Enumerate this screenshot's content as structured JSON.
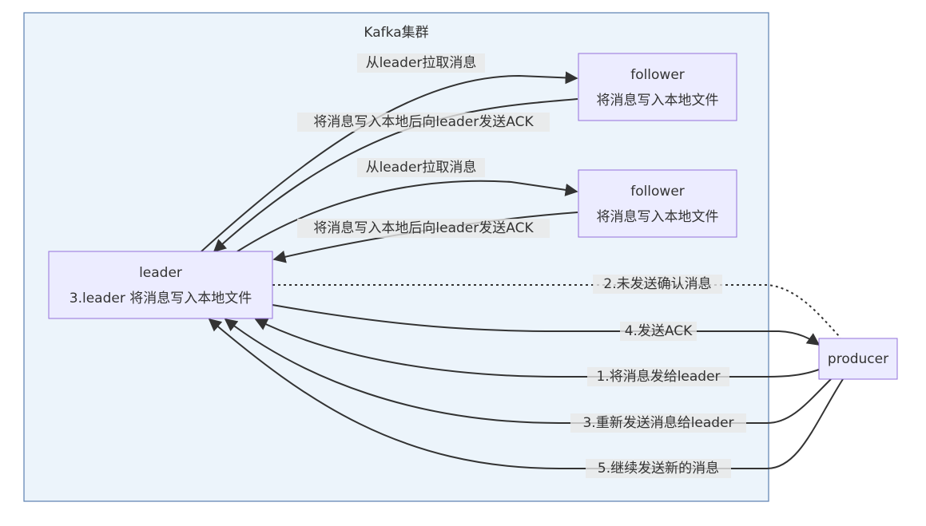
{
  "cluster": {
    "title": "Kafka集群"
  },
  "nodes": {
    "follower1": {
      "line1": "follower",
      "line2": "将消息写入本地文件"
    },
    "follower2": {
      "line1": "follower",
      "line2": "将消息写入本地文件"
    },
    "leader": {
      "line1": "leader",
      "line2": "3.leader 将消息写入本地文件"
    },
    "producer": {
      "line1": "producer"
    }
  },
  "edges": {
    "pull1": "从leader拉取消息",
    "ack1": "将消息写入本地后向leader发送ACK",
    "pull2": "从leader拉取消息",
    "ack2": "将消息写入本地后向leader发送ACK",
    "no_confirm": "2.未发送确认消息",
    "send_ack": "4.发送ACK",
    "send_to_leader": "1.将消息发给leader",
    "resend": "3.重新发送消息给leader",
    "continue_send": "5.继续发送新的消息"
  },
  "colors": {
    "node_fill": "#ECECFF",
    "node_stroke": "#9370DB",
    "cluster_fill": "#ECF4FB",
    "cluster_stroke": "#5A7FB0",
    "edge": "#333333"
  }
}
